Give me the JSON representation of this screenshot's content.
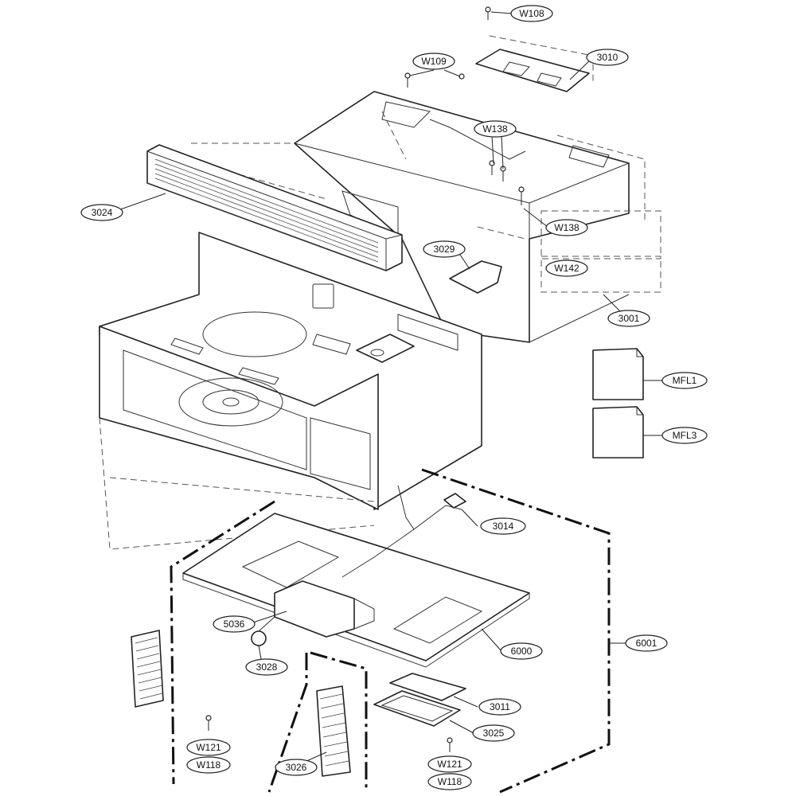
{
  "labels": {
    "w108": "W108",
    "w109": "W109",
    "p3010": "3010",
    "w138_top": "W138",
    "w138_right": "W138",
    "w142": "W142",
    "p3024": "3024",
    "p3029": "3029",
    "p3001": "3001",
    "mfl1": "MFL1",
    "mfl3": "MFL3",
    "p3014": "3014",
    "p5036": "5036",
    "p6000": "6000",
    "p6001": "6001",
    "p3028": "3028",
    "p3011": "3011",
    "p3025": "3025",
    "p3026": "3026",
    "w121_left": "W121",
    "w118_left": "W118",
    "w121_right": "W121",
    "w118_right": "W118"
  }
}
